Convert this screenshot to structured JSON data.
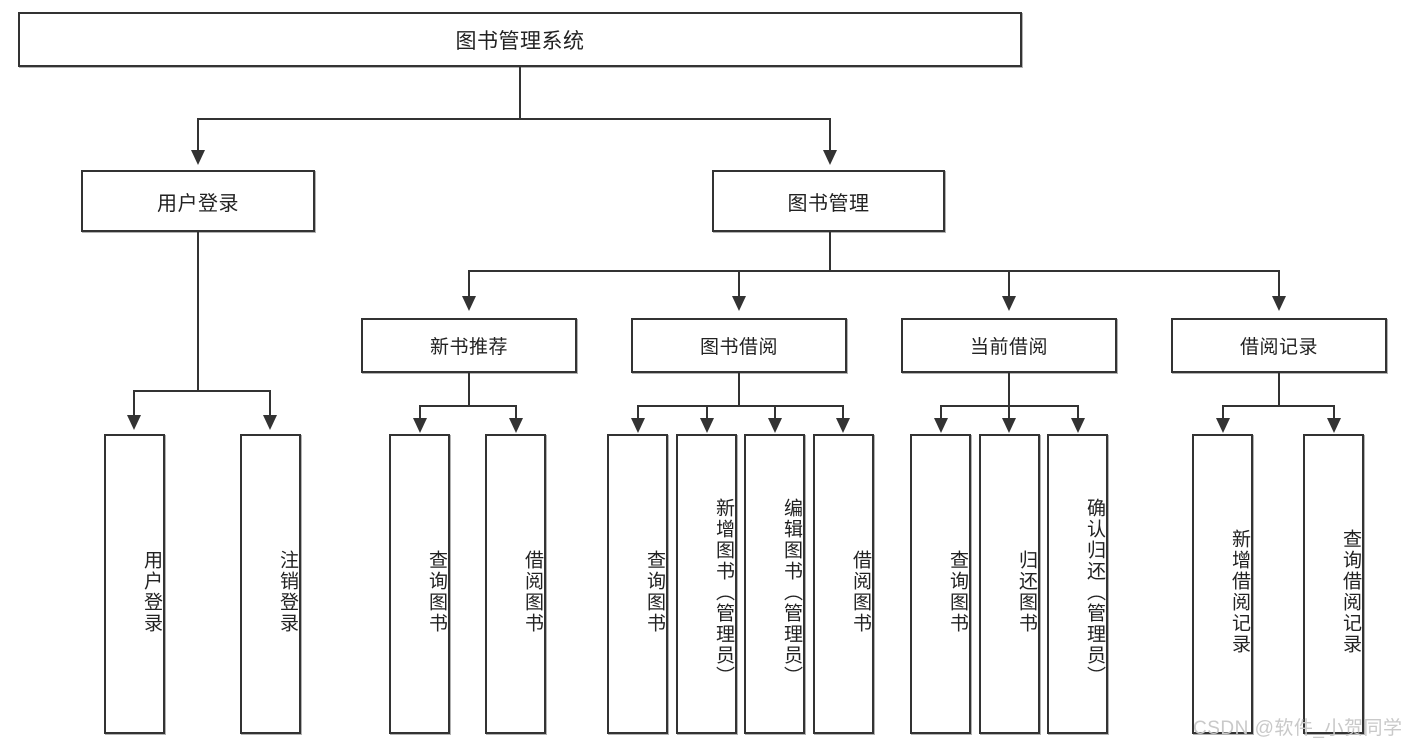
{
  "diagram": {
    "title": "图书管理系统",
    "type": "hierarchy-tree",
    "root": {
      "label": "图书管理系统"
    },
    "level2": [
      {
        "label": "用户登录"
      },
      {
        "label": "图书管理"
      }
    ],
    "level3": [
      {
        "label": "新书推荐"
      },
      {
        "label": "图书借阅"
      },
      {
        "label": "当前借阅"
      },
      {
        "label": "借阅记录"
      }
    ],
    "leaves": {
      "user_login": [
        {
          "label": "用户登录"
        },
        {
          "label": "注销登录"
        }
      ],
      "new_book_recommend": [
        {
          "label": "查询图书"
        },
        {
          "label": "借阅图书"
        }
      ],
      "book_borrow": [
        {
          "label": "查询图书"
        },
        {
          "label": "新增图书（管理员）"
        },
        {
          "label": "编辑图书（管理员）"
        },
        {
          "label": "借阅图书"
        }
      ],
      "current_borrow": [
        {
          "label": "查询图书"
        },
        {
          "label": "归还图书"
        },
        {
          "label": "确认归还（管理员）"
        }
      ],
      "borrow_record": [
        {
          "label": "新增借阅记录"
        },
        {
          "label": "查询借阅记录"
        }
      ]
    }
  },
  "watermark": {
    "text": "CSDN @软件_小贺同学"
  },
  "colors": {
    "border": "#333333",
    "background": "#ffffff",
    "text": "#222222",
    "watermark": "#c9c9c9"
  }
}
